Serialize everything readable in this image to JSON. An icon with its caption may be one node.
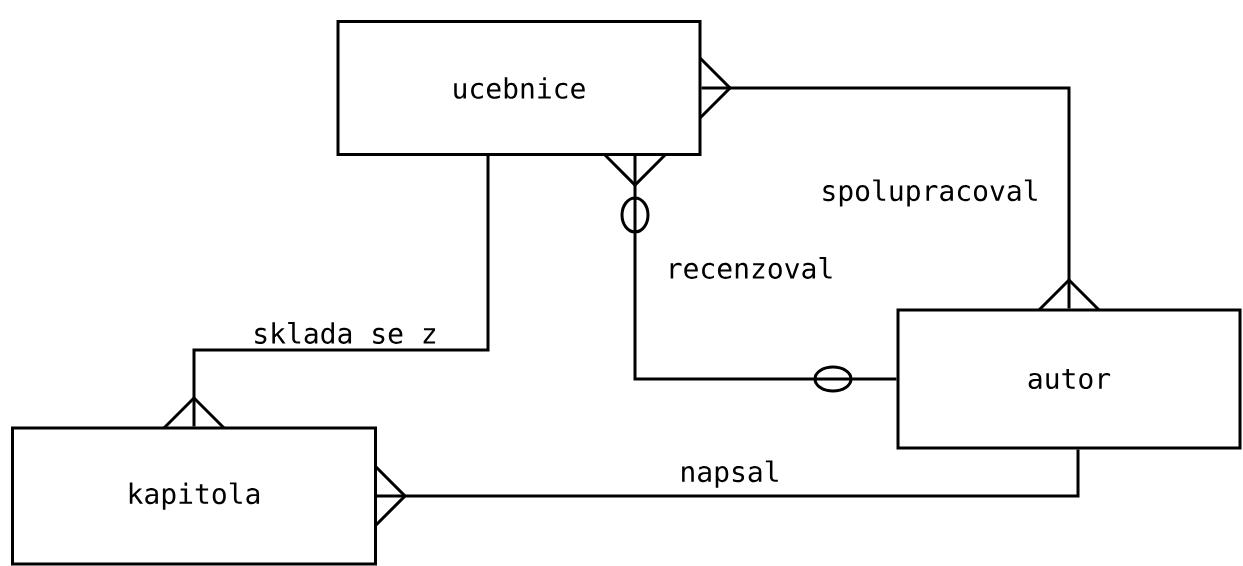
{
  "diagram": {
    "nodes": [
      {
        "text": [
          "ucebnice"
        ]
      },
      {
        "text": [
          "autor"
        ]
      },
      {
        "text": [
          "kapitola"
        ]
      }
    ],
    "edges": [
      {
        "from": 0,
        "to": 1,
        "arrow": "other",
        "label": "spolupracoval"
      },
      {
        "from": 0,
        "to": 1,
        "arrow": "other",
        "label": "recenzoval"
      },
      {
        "from": 0,
        "to": 2,
        "arrow": "other",
        "label": "sklada se z"
      },
      {
        "from": 1,
        "to": 2,
        "arrow": "other",
        "label": "napsal"
      }
    ]
  }
}
